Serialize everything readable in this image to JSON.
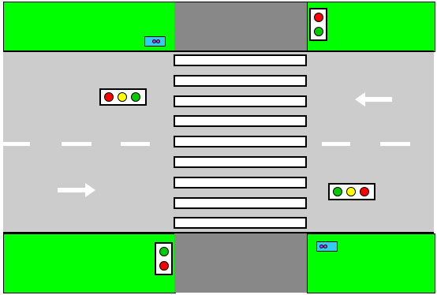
{
  "scene": {
    "type": "traffic-intersection-crosswalk",
    "colors": {
      "grass": "#00ff00",
      "road": "#cccccc",
      "crosswalk_zone": "#888888",
      "stripe": "#ffffff",
      "outline": "#000000",
      "light_red": "#ff0000",
      "light_yellow": "#ffff00",
      "light_green": "#00cc00",
      "car_body": "#33ccee",
      "car_top": "#cc33ff"
    },
    "crosswalk_stripe_count": 9,
    "arrows": [
      {
        "name": "left-arrow",
        "direction": "left"
      },
      {
        "name": "right-arrow",
        "direction": "right"
      }
    ],
    "traffic_lights": [
      {
        "name": "traffic-light-top-right",
        "orientation": "vertical",
        "lamps": [
          "red",
          "green"
        ]
      },
      {
        "name": "traffic-light-left",
        "orientation": "horizontal",
        "lamps": [
          "red",
          "yellow",
          "green"
        ]
      },
      {
        "name": "traffic-light-right",
        "orientation": "horizontal",
        "lamps": [
          "green",
          "yellow",
          "red"
        ]
      },
      {
        "name": "traffic-light-bottom-left",
        "orientation": "vertical",
        "lamps": [
          "green",
          "red"
        ]
      }
    ],
    "cars": [
      {
        "name": "car-top",
        "icon": "car-icon"
      },
      {
        "name": "car-bottom",
        "icon": "car-icon"
      }
    ]
  }
}
